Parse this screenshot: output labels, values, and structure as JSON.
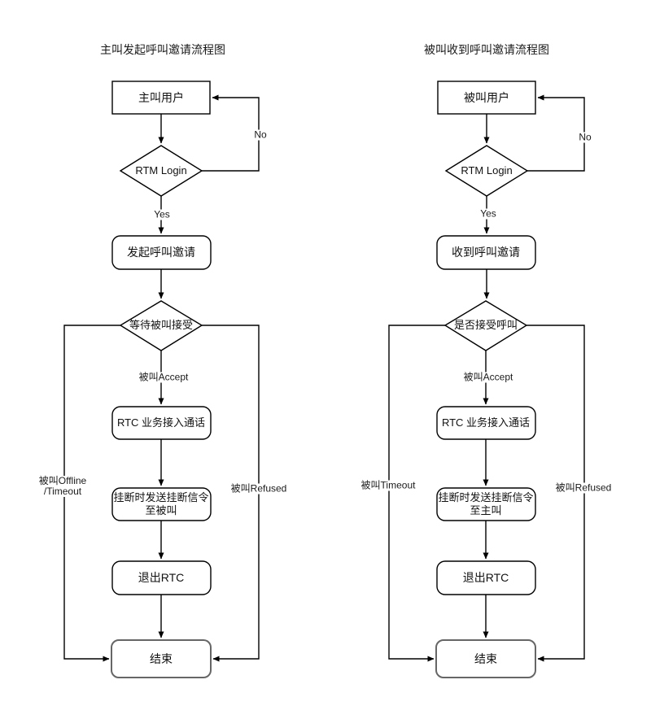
{
  "page": {
    "background_color": "#ffffff",
    "line_color": "#000000",
    "end_node_border_color": "#666666",
    "text_color": "#111111"
  },
  "caller_chart": {
    "title": "主叫发起呼叫邀请流程图",
    "nodes": {
      "start": "主叫用户",
      "login": "RTM Login",
      "invite": "发起呼叫邀请",
      "wait": "等待被叫接受",
      "rtc": "RTC 业务接入通话",
      "hangup_line1": "挂断时发送挂断信令",
      "hangup_line2": "至被叫",
      "quit": "退出RTC",
      "end": "结束"
    },
    "edges": {
      "no": "No",
      "yes": "Yes",
      "accept": "被叫Accept",
      "offline_line1": "被叫Offline",
      "offline_line2": "/Timeout",
      "refused": "被叫Refused"
    }
  },
  "callee_chart": {
    "title": "被叫收到呼叫邀请流程图",
    "nodes": {
      "start": "被叫用户",
      "login": "RTM Login",
      "invite": "收到呼叫邀请",
      "wait": "是否接受呼叫",
      "rtc": "RTC 业务接入通话",
      "hangup_line1": "挂断时发送挂断信令",
      "hangup_line2": "至主叫",
      "quit": "退出RTC",
      "end": "结束"
    },
    "edges": {
      "no": "No",
      "yes": "Yes",
      "accept": "被叫Accept",
      "timeout": "被叫Timeout",
      "refused": "被叫Refused"
    }
  }
}
